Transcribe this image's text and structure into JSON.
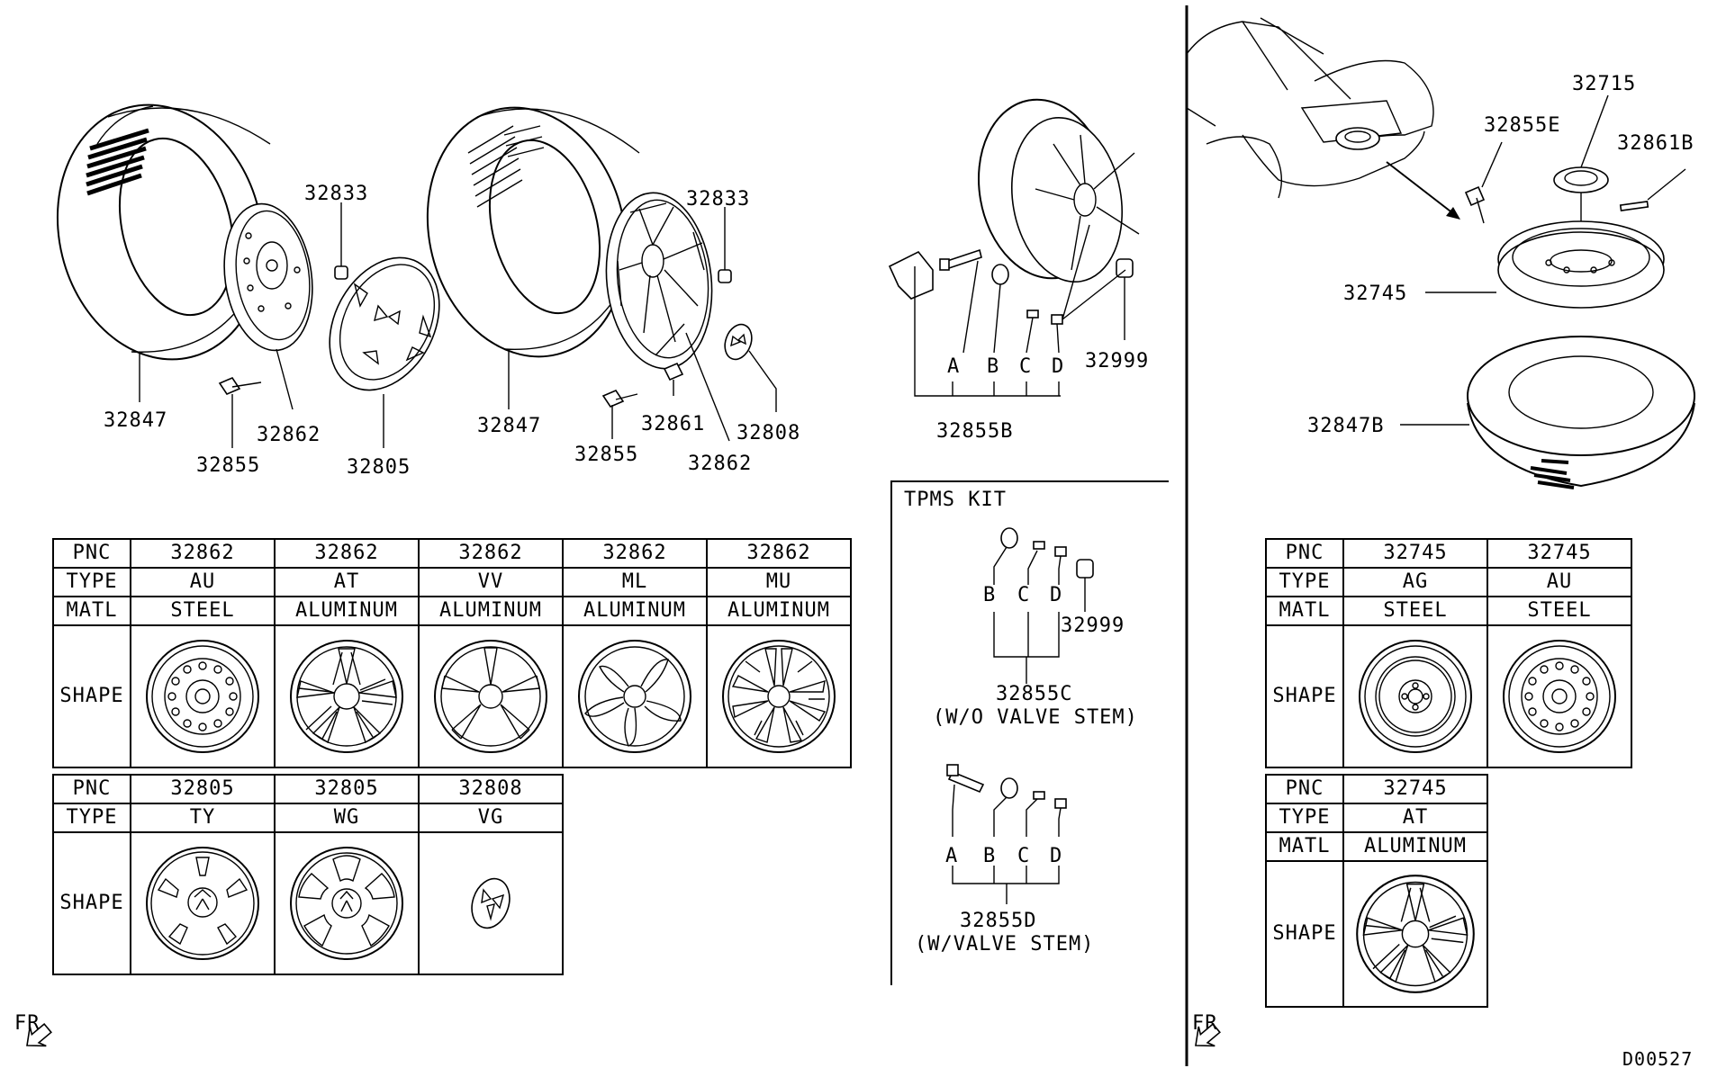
{
  "callouts": {
    "tire_a": "32847",
    "rim_a": "32862",
    "nut_a": "32833",
    "cover": "32805",
    "bolt_a": "32855",
    "tire_b": "32847",
    "nut_b": "32833",
    "bolt_b": "32855",
    "weight": "32861",
    "rim_b": "32862",
    "cap": "32808",
    "valve_cap": "32999",
    "sensor_kit": "32855B",
    "letter_a": "A",
    "letter_b": "B",
    "letter_c": "C",
    "letter_d": "D",
    "spare_bolt": "32855E",
    "spare_plate": "32715",
    "spare_weight": "32861B",
    "spare_wheel": "32745",
    "spare_tire": "32847B"
  },
  "tpms": {
    "title": "TPMS KIT",
    "kit_c": "32855C",
    "kit_c_note": "(W/O VALVE STEM)",
    "cap_c": "32999",
    "kit_d": "32855D",
    "kit_d_note": "(W/VALVE STEM)"
  },
  "table_main": {
    "row_labels": [
      "PNC",
      "TYPE",
      "MATL",
      "SHAPE"
    ],
    "columns": [
      {
        "pnc": "32862",
        "type": "AU",
        "matl": "STEEL",
        "shape": "steel-wheel-icon"
      },
      {
        "pnc": "32862",
        "type": "AT",
        "matl": "ALUMINUM",
        "shape": "alloy-wheel-icon"
      },
      {
        "pnc": "32862",
        "type": "VV",
        "matl": "ALUMINUM",
        "shape": "alloy-wheel-icon"
      },
      {
        "pnc": "32862",
        "type": "ML",
        "matl": "ALUMINUM",
        "shape": "alloy-wheel-icon"
      },
      {
        "pnc": "32862",
        "type": "MU",
        "matl": "ALUMINUM",
        "shape": "alloy-wheel-icon"
      }
    ]
  },
  "table_cover": {
    "row_labels": [
      "PNC",
      "TYPE",
      "SHAPE"
    ],
    "columns": [
      {
        "pnc": "32805",
        "type": "TY",
        "shape": "wheel-cover-icon"
      },
      {
        "pnc": "32805",
        "type": "WG",
        "shape": "wheel-cover-icon"
      },
      {
        "pnc": "32808",
        "type": "VG",
        "shape": "center-cap-icon"
      }
    ]
  },
  "table_spare": {
    "row_labels": [
      "PNC",
      "TYPE",
      "MATL",
      "SHAPE"
    ],
    "columns": [
      {
        "pnc": "32745",
        "type": "AG",
        "matl": "STEEL",
        "shape": "steel-wheel-icon"
      },
      {
        "pnc": "32745",
        "type": "AU",
        "matl": "STEEL",
        "shape": "steel-wheel-icon"
      }
    ]
  },
  "table_spare2": {
    "row_labels": [
      "PNC",
      "TYPE",
      "MATL",
      "SHAPE"
    ],
    "columns": [
      {
        "pnc": "32745",
        "type": "AT",
        "matl": "ALUMINUM",
        "shape": "alloy-wheel-icon"
      }
    ]
  },
  "footer": {
    "fr_left": "FR",
    "fr_right": "FR",
    "drawing_number": "D00527"
  }
}
